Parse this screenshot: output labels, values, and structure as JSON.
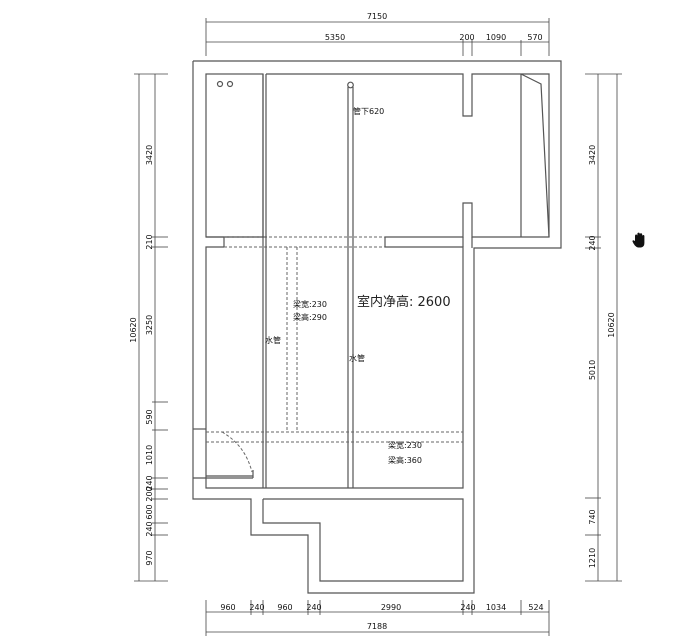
{
  "dimensions": {
    "top": {
      "total": "7150",
      "segments": [
        "5350",
        "200",
        "1090",
        "570"
      ]
    },
    "bottom": {
      "total": "7188",
      "segments": [
        "960",
        "240",
        "960",
        "240",
        "2990",
        "240",
        "1034",
        "524"
      ]
    },
    "left": {
      "total": "10620",
      "segments": [
        "3420",
        "210",
        "3250",
        "590",
        "1010",
        "240",
        "200",
        "600",
        "240",
        "970"
      ]
    },
    "right": {
      "total": "10620",
      "segments": [
        "3420",
        "240",
        "5010",
        "740",
        "1210"
      ]
    }
  },
  "annotations": {
    "pipe_below": "管下620",
    "beam1_width": "梁宽:230",
    "beam1_height": "梁高:290",
    "ceiling_height": "室内净高: 2600",
    "water_pipe_1": "水管",
    "water_pipe_2": "水管",
    "beam2_width": "梁宽:230",
    "beam2_height": "梁高:360"
  },
  "cursor": {
    "icon": "hand-pan-icon"
  }
}
